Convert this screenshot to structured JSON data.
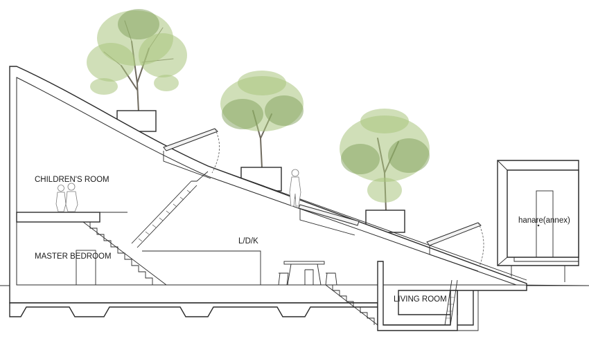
{
  "labels": {
    "childrens_room": "CHILDREN'S ROOM",
    "master_bedroom": "MASTER BEDROOM",
    "ldk": "L/D/K",
    "living_room": "LIVING ROOM",
    "annex": "hanare(annex)"
  },
  "colors": {
    "line": "#2a2a2a",
    "foliage": "#a9c47e",
    "background": "#ffffff"
  }
}
